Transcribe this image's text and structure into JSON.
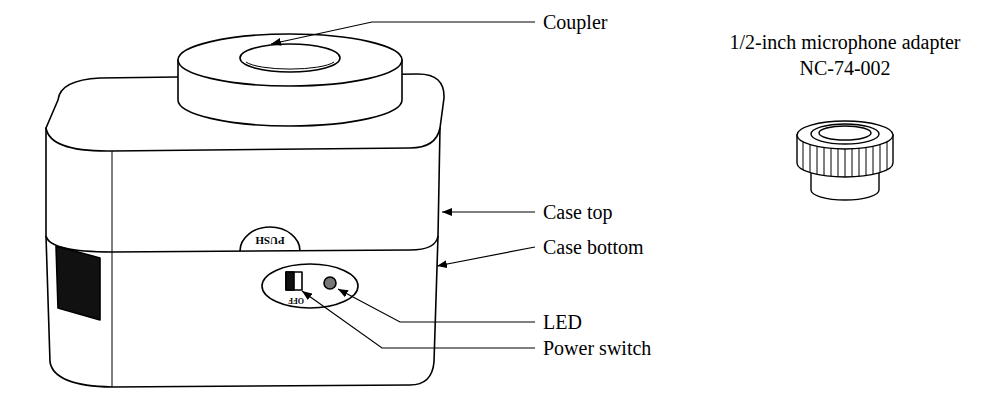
{
  "diagram": {
    "labels": [
      "Coupler",
      "Case top",
      "Case bottom",
      "LED",
      "Power switch",
      "1/2-inch microphone adapter",
      "NC-74-002",
      "PUSH",
      "OFF"
    ]
  }
}
